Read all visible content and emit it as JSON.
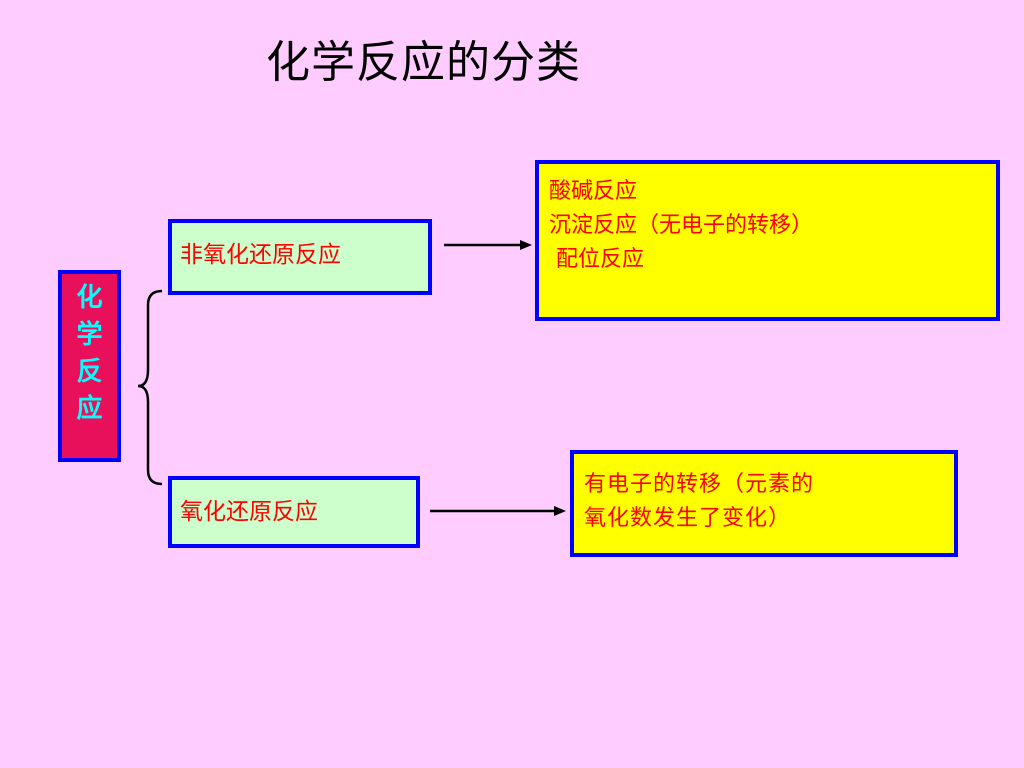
{
  "slide": {
    "title": "化学反应的分类",
    "root": {
      "chars": [
        "化",
        "学",
        "反",
        "应"
      ]
    },
    "categories": [
      {
        "label": "非氧化还原反应",
        "details": [
          "酸碱反应",
          "沉淀反应（无电子的转移）",
          " 配位反应"
        ]
      },
      {
        "label": "氧化还原反应",
        "details": [
          "有电子的转移（元素的",
          "氧化数发生了变化）"
        ]
      }
    ]
  },
  "colors": {
    "background": "#ffccff",
    "root_fill": "#e8105a",
    "root_text": "#00ffff",
    "category_fill": "#ccffcc",
    "detail_fill": "#ffff00",
    "border": "#0000ff",
    "label_text": "#ff0000"
  }
}
